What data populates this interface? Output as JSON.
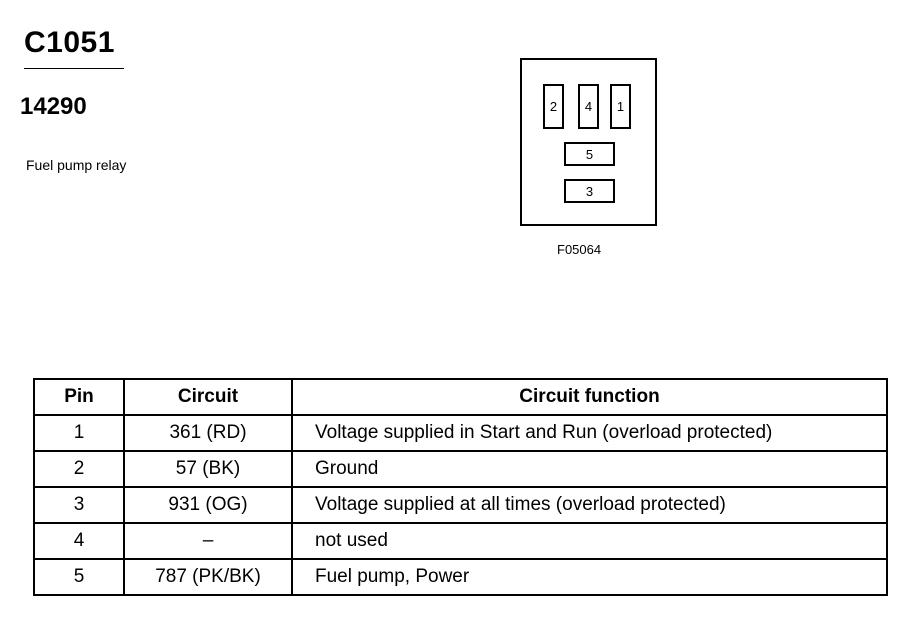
{
  "header": {
    "connector_id": "C1051",
    "part_number": "14290",
    "description": "Fuel pump relay"
  },
  "diagram": {
    "figure_id": "F05064",
    "cavities": [
      "2",
      "4",
      "1",
      "5",
      "3"
    ]
  },
  "table": {
    "headers": [
      "Pin",
      "Circuit",
      "Circuit function"
    ],
    "rows": [
      {
        "pin": "1",
        "circuit": "361 (RD)",
        "function": "Voltage supplied in Start and Run (overload protected)"
      },
      {
        "pin": "2",
        "circuit": "57 (BK)",
        "function": "Ground"
      },
      {
        "pin": "3",
        "circuit": "931 (OG)",
        "function": "Voltage supplied at all times (overload protected)"
      },
      {
        "pin": "4",
        "circuit": "–",
        "function": "not used"
      },
      {
        "pin": "5",
        "circuit": "787 (PK/BK)",
        "function": "Fuel pump, Power"
      }
    ]
  }
}
